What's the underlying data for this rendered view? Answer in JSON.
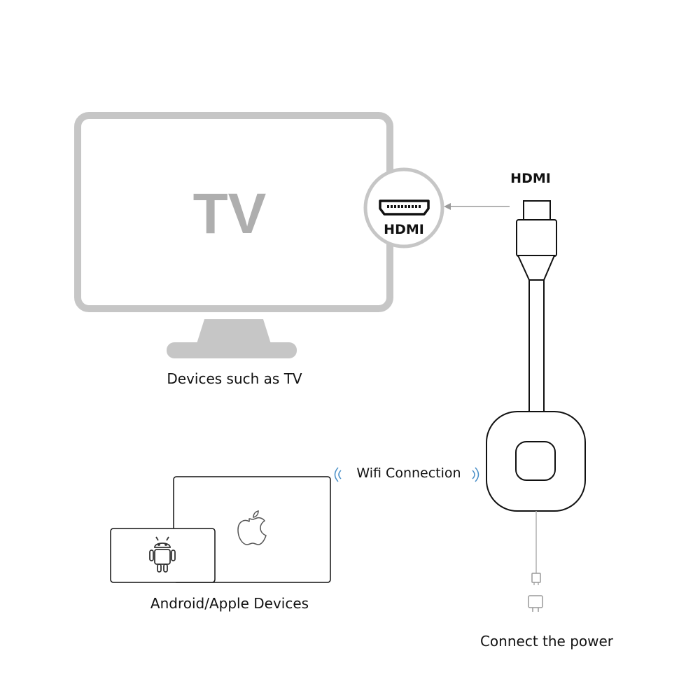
{
  "labels": {
    "tv_screen": "TV",
    "hdmi_port": "HDMI",
    "hdmi_dongle": "HDMI",
    "tv_caption": "Devices such as TV",
    "wifi": "Wifi Connection",
    "devices_caption": "Android/Apple Devices",
    "power_caption": "Connect the power"
  },
  "colors": {
    "tv_gray": "#c6c6c6",
    "tv_text": "#aeaeae",
    "outline": "#111111",
    "wifi_blue": "#4a90c8",
    "cable_gray": "#b0b0b0"
  },
  "icons": {
    "hdmi_port": "hdmi-port-icon",
    "apple": "apple-logo-icon",
    "android": "android-robot-icon",
    "wifi": "wifi-signal-icon",
    "power": "power-plug-icon"
  }
}
